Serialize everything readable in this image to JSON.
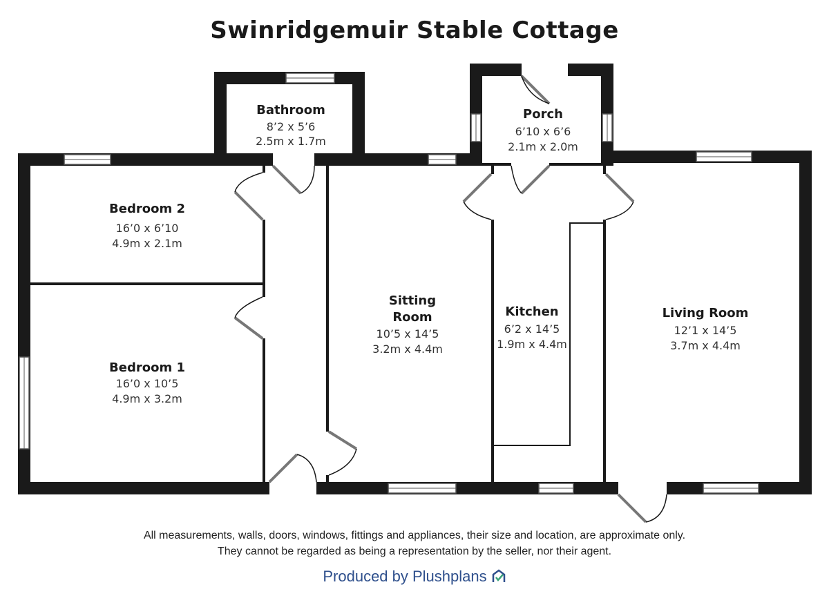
{
  "title": "Swinridgemuir Stable Cottage",
  "rooms": {
    "bathroom": {
      "name": "Bathroom",
      "imperial": "8’2 x 5’6",
      "metric": "2.5m x 1.7m"
    },
    "porch": {
      "name": "Porch",
      "imperial": "6’10 x 6’6",
      "metric": "2.1m x 2.0m"
    },
    "bedroom2": {
      "name": "Bedroom 2",
      "imperial": "16’0 x 6’10",
      "metric": "4.9m x 2.1m"
    },
    "bedroom1": {
      "name": "Bedroom 1",
      "imperial": "16’0 x 10’5",
      "metric": "4.9m x 3.2m"
    },
    "sitting": {
      "name1": "Sitting",
      "name2": "Room",
      "imperial": "10’5 x 14’5",
      "metric": "3.2m x 4.4m"
    },
    "kitchen": {
      "name": "Kitchen",
      "imperial": "6’2 x 14’5",
      "metric": "1.9m x 4.4m"
    },
    "living": {
      "name": "Living Room",
      "imperial": "12’1 x 14’5",
      "metric": "3.7m x 4.4m"
    }
  },
  "disclaimer": {
    "line1": "All measurements, walls, doors, windows, fittings and appliances, their size and location, are approximate only.",
    "line2": "They cannot be regarded as being a representation by the seller, nor their agent."
  },
  "credit": {
    "text": "Produced by Plushplans",
    "icon": "house-check-icon",
    "color": "#2e4f8c",
    "accent": "#3aa37a"
  }
}
